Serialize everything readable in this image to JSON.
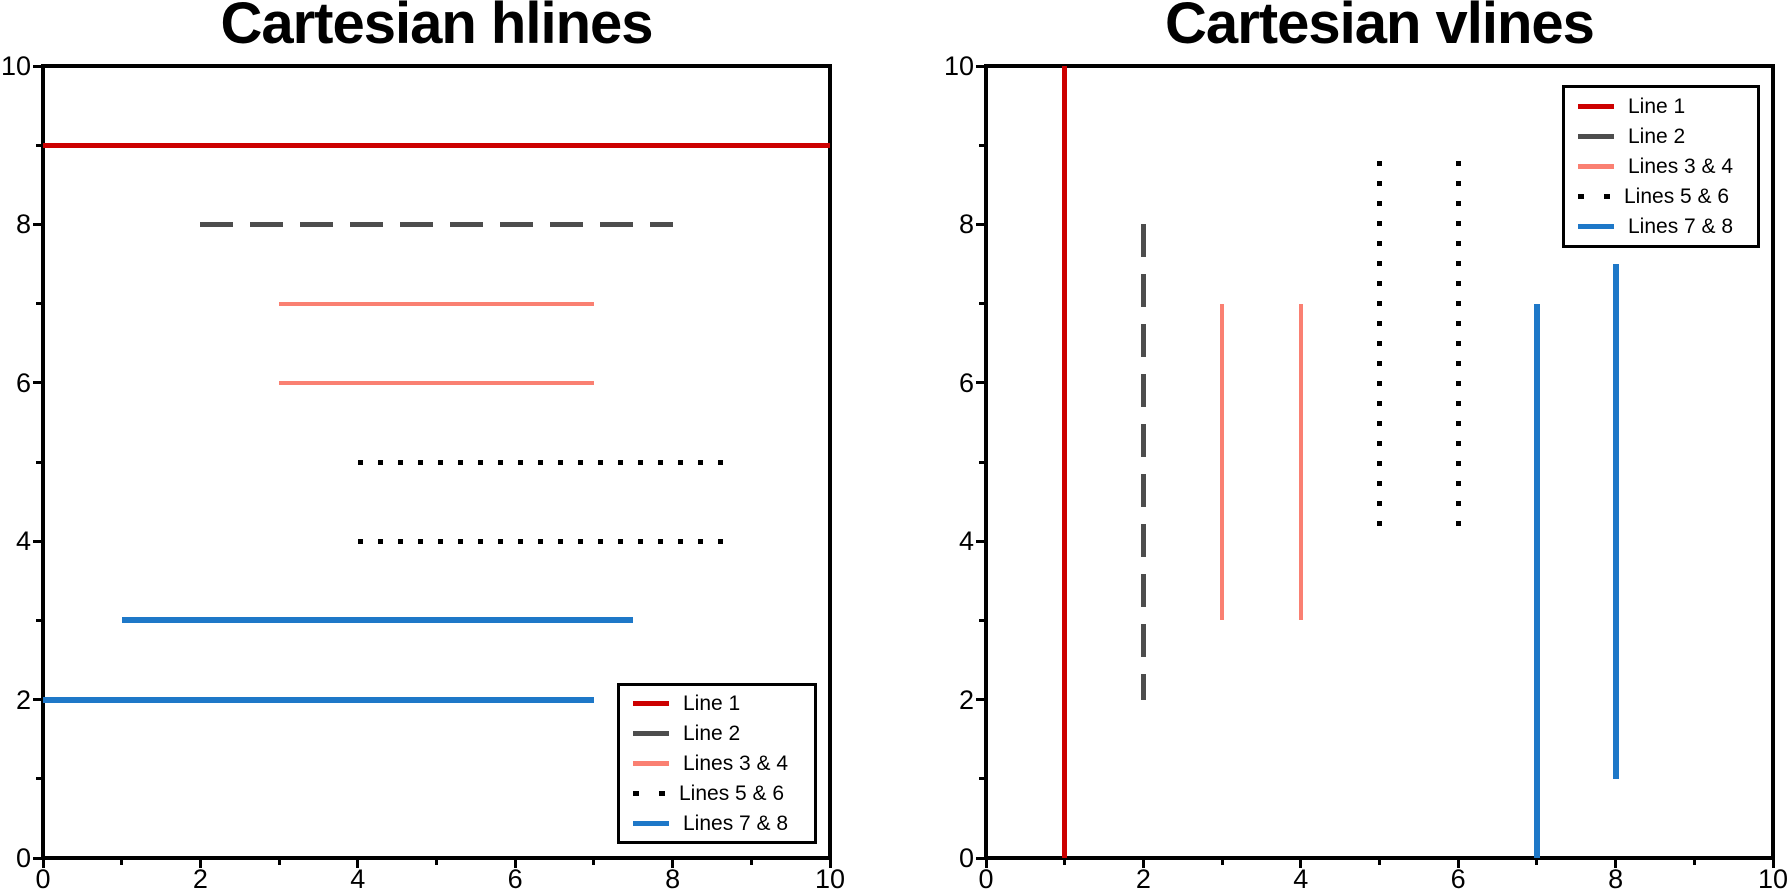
{
  "figure": {
    "background": "#ffffff"
  },
  "palette": {
    "red": "#cc0000",
    "gray": "#4d4d4d",
    "salmon": "#fa8072",
    "black": "#000000",
    "blue": "#1e78c8",
    "axis": "#000000"
  },
  "legend": {
    "entries": [
      {
        "label": "Line 1",
        "color": "red",
        "swatch": "solid"
      },
      {
        "label": "Line 2",
        "color": "gray",
        "swatch": "dash"
      },
      {
        "label": "Lines 3 & 4",
        "color": "salmon",
        "swatch": "solid"
      },
      {
        "label": "Lines 5 & 6",
        "color": "black",
        "swatch": "dotted"
      },
      {
        "label": "Lines 7 & 8",
        "color": "blue",
        "swatch": "solid"
      }
    ]
  },
  "chart_data": [
    {
      "type": "line",
      "variant": "hlines",
      "title": "Cartesian hlines",
      "xlim": [
        0,
        10
      ],
      "ylim": [
        0,
        10
      ],
      "grid": false,
      "x_ticks": {
        "major": [
          0,
          2,
          4,
          6,
          8,
          10
        ],
        "minor": [
          1,
          3,
          5,
          7,
          9
        ]
      },
      "y_ticks": {
        "major": [
          0,
          2,
          4,
          6,
          8,
          10
        ],
        "minor": [
          1,
          3,
          5,
          7,
          9
        ]
      },
      "legend_position": "lower right",
      "lines": [
        {
          "series": "Line 1",
          "orientation": "horizontal",
          "y": 9,
          "span": [
            0,
            10
          ],
          "color": "red",
          "style": "solid",
          "lw": 5
        },
        {
          "series": "Line 2",
          "orientation": "horizontal",
          "y": 8,
          "span": [
            2,
            8
          ],
          "color": "gray",
          "style": "dashed",
          "lw": 5
        },
        {
          "series": "Lines 3 & 4",
          "orientation": "horizontal",
          "y": 7,
          "span": [
            3,
            7
          ],
          "color": "salmon",
          "style": "solid",
          "lw": 4
        },
        {
          "series": "Lines 3 & 4",
          "orientation": "horizontal",
          "y": 6,
          "span": [
            3,
            7
          ],
          "color": "salmon",
          "style": "solid",
          "lw": 4
        },
        {
          "series": "Lines 5 & 6",
          "orientation": "horizontal",
          "y": 5,
          "span": [
            4,
            8.8
          ],
          "color": "black",
          "style": "dotted",
          "lw": 5
        },
        {
          "series": "Lines 5 & 6",
          "orientation": "horizontal",
          "y": 4,
          "span": [
            4,
            8.8
          ],
          "color": "black",
          "style": "dotted",
          "lw": 5
        },
        {
          "series": "Lines 7 & 8",
          "orientation": "horizontal",
          "y": 3,
          "span": [
            1,
            7.5
          ],
          "color": "blue",
          "style": "solid",
          "lw": 6
        },
        {
          "series": "Lines 7 & 8",
          "orientation": "horizontal",
          "y": 2,
          "span": [
            0,
            7
          ],
          "color": "blue",
          "style": "solid",
          "lw": 6
        }
      ]
    },
    {
      "type": "line",
      "variant": "vlines",
      "title": "Cartesian vlines",
      "xlim": [
        0,
        10
      ],
      "ylim": [
        0,
        10
      ],
      "grid": false,
      "x_ticks": {
        "major": [
          0,
          2,
          4,
          6,
          8,
          10
        ],
        "minor": [
          1,
          3,
          5,
          7,
          9
        ]
      },
      "y_ticks": {
        "major": [
          0,
          2,
          4,
          6,
          8,
          10
        ],
        "minor": [
          1,
          3,
          5,
          7,
          9
        ]
      },
      "legend_position": "upper right",
      "lines": [
        {
          "series": "Line 1",
          "orientation": "vertical",
          "x": 1,
          "span": [
            0,
            10
          ],
          "color": "red",
          "style": "solid",
          "lw": 5
        },
        {
          "series": "Line 2",
          "orientation": "vertical",
          "x": 2,
          "span": [
            2,
            8
          ],
          "color": "gray",
          "style": "dashed",
          "lw": 5
        },
        {
          "series": "Lines 3 & 4",
          "orientation": "vertical",
          "x": 3,
          "span": [
            3,
            7
          ],
          "color": "salmon",
          "style": "solid",
          "lw": 4
        },
        {
          "series": "Lines 3 & 4",
          "orientation": "vertical",
          "x": 4,
          "span": [
            3,
            7
          ],
          "color": "salmon",
          "style": "solid",
          "lw": 4
        },
        {
          "series": "Lines 5 & 6",
          "orientation": "vertical",
          "x": 5,
          "span": [
            4,
            8.8
          ],
          "color": "black",
          "style": "dotted",
          "lw": 5
        },
        {
          "series": "Lines 5 & 6",
          "orientation": "vertical",
          "x": 6,
          "span": [
            4,
            8.8
          ],
          "color": "black",
          "style": "dotted",
          "lw": 5
        },
        {
          "series": "Lines 7 & 8",
          "orientation": "vertical",
          "x": 7,
          "span": [
            0,
            7
          ],
          "color": "blue",
          "style": "solid",
          "lw": 6
        },
        {
          "series": "Lines 7 & 8",
          "orientation": "vertical",
          "x": 8,
          "span": [
            1,
            7.5
          ],
          "color": "blue",
          "style": "solid",
          "lw": 6
        }
      ]
    }
  ]
}
